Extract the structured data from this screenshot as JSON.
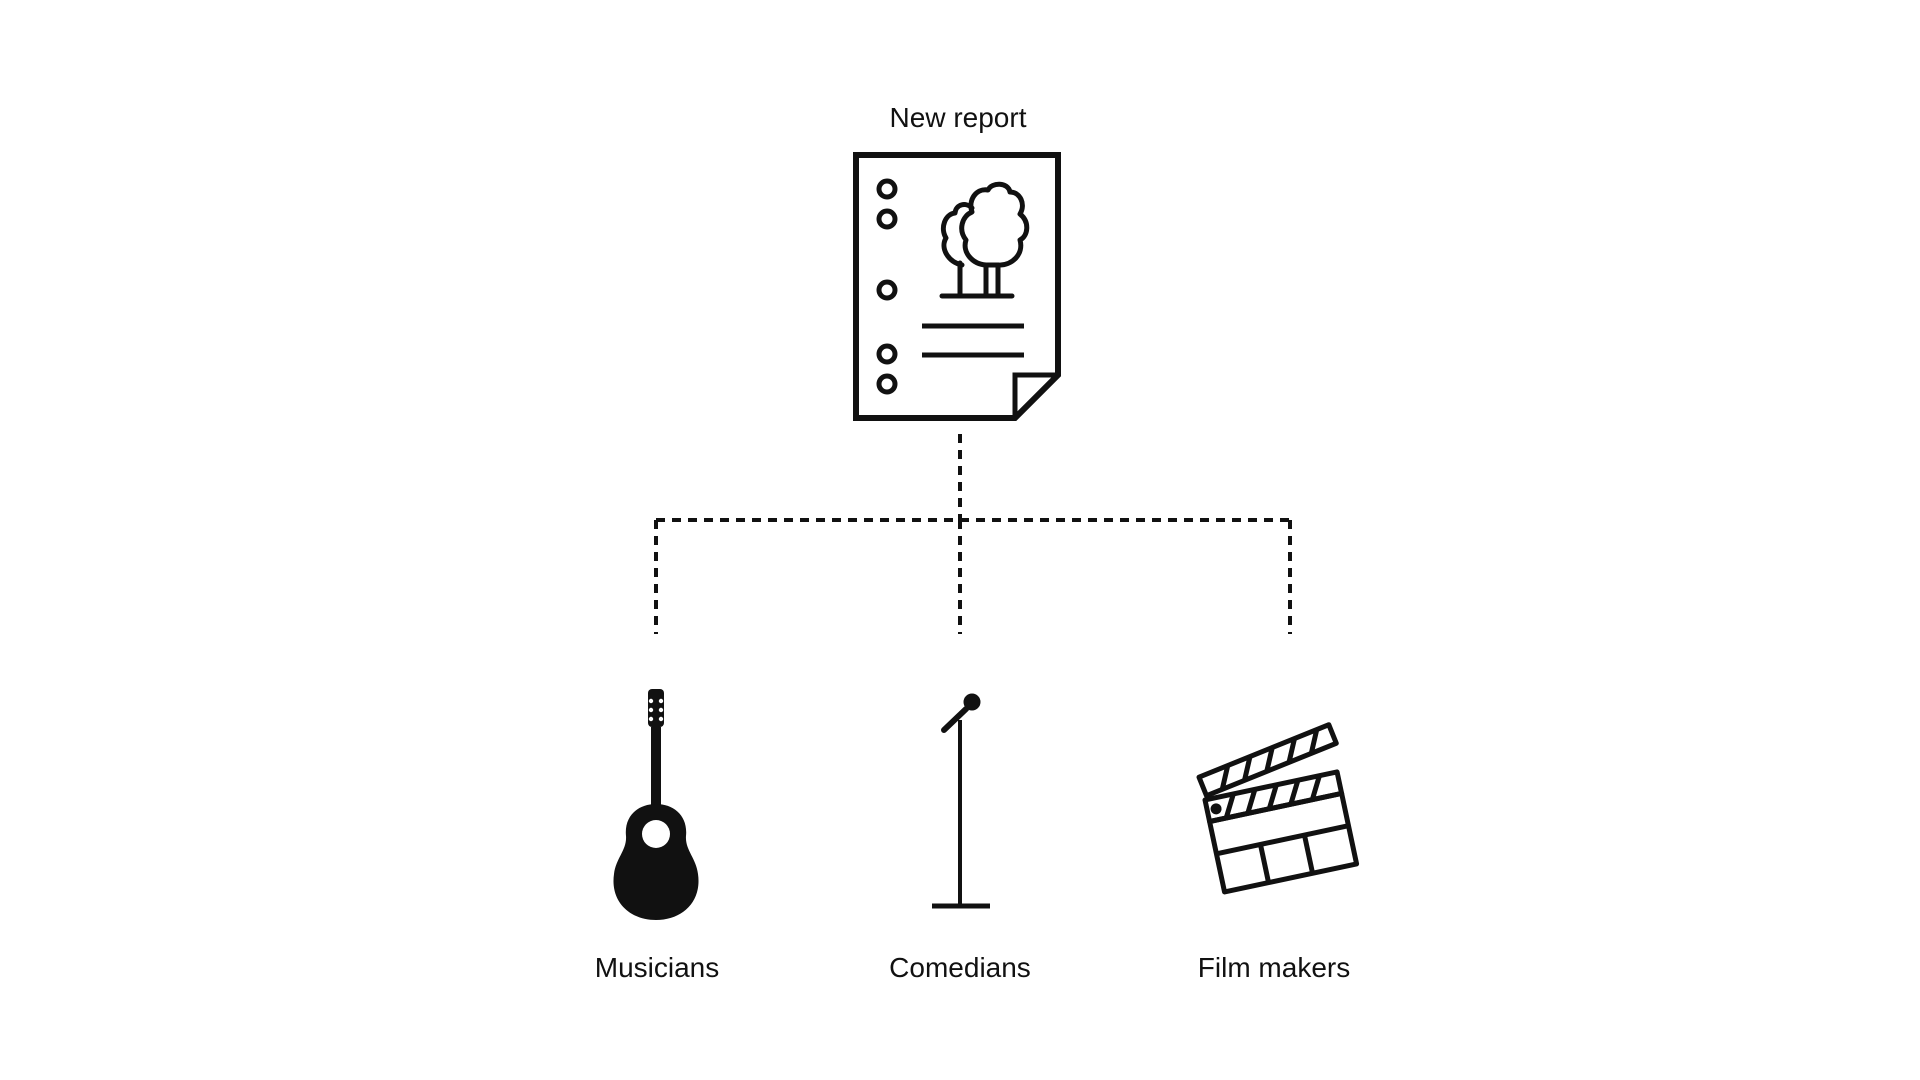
{
  "diagram": {
    "root": {
      "label": "New report",
      "icon": "report-document-icon"
    },
    "children": [
      {
        "label": "Musicians",
        "icon": "guitar-icon"
      },
      {
        "label": "Comedians",
        "icon": "microphone-stand-icon"
      },
      {
        "label": "Film makers",
        "icon": "clapperboard-icon"
      }
    ],
    "connector_style": "dashed",
    "colors": {
      "background": "#ffffff",
      "ink": "#111111"
    }
  }
}
